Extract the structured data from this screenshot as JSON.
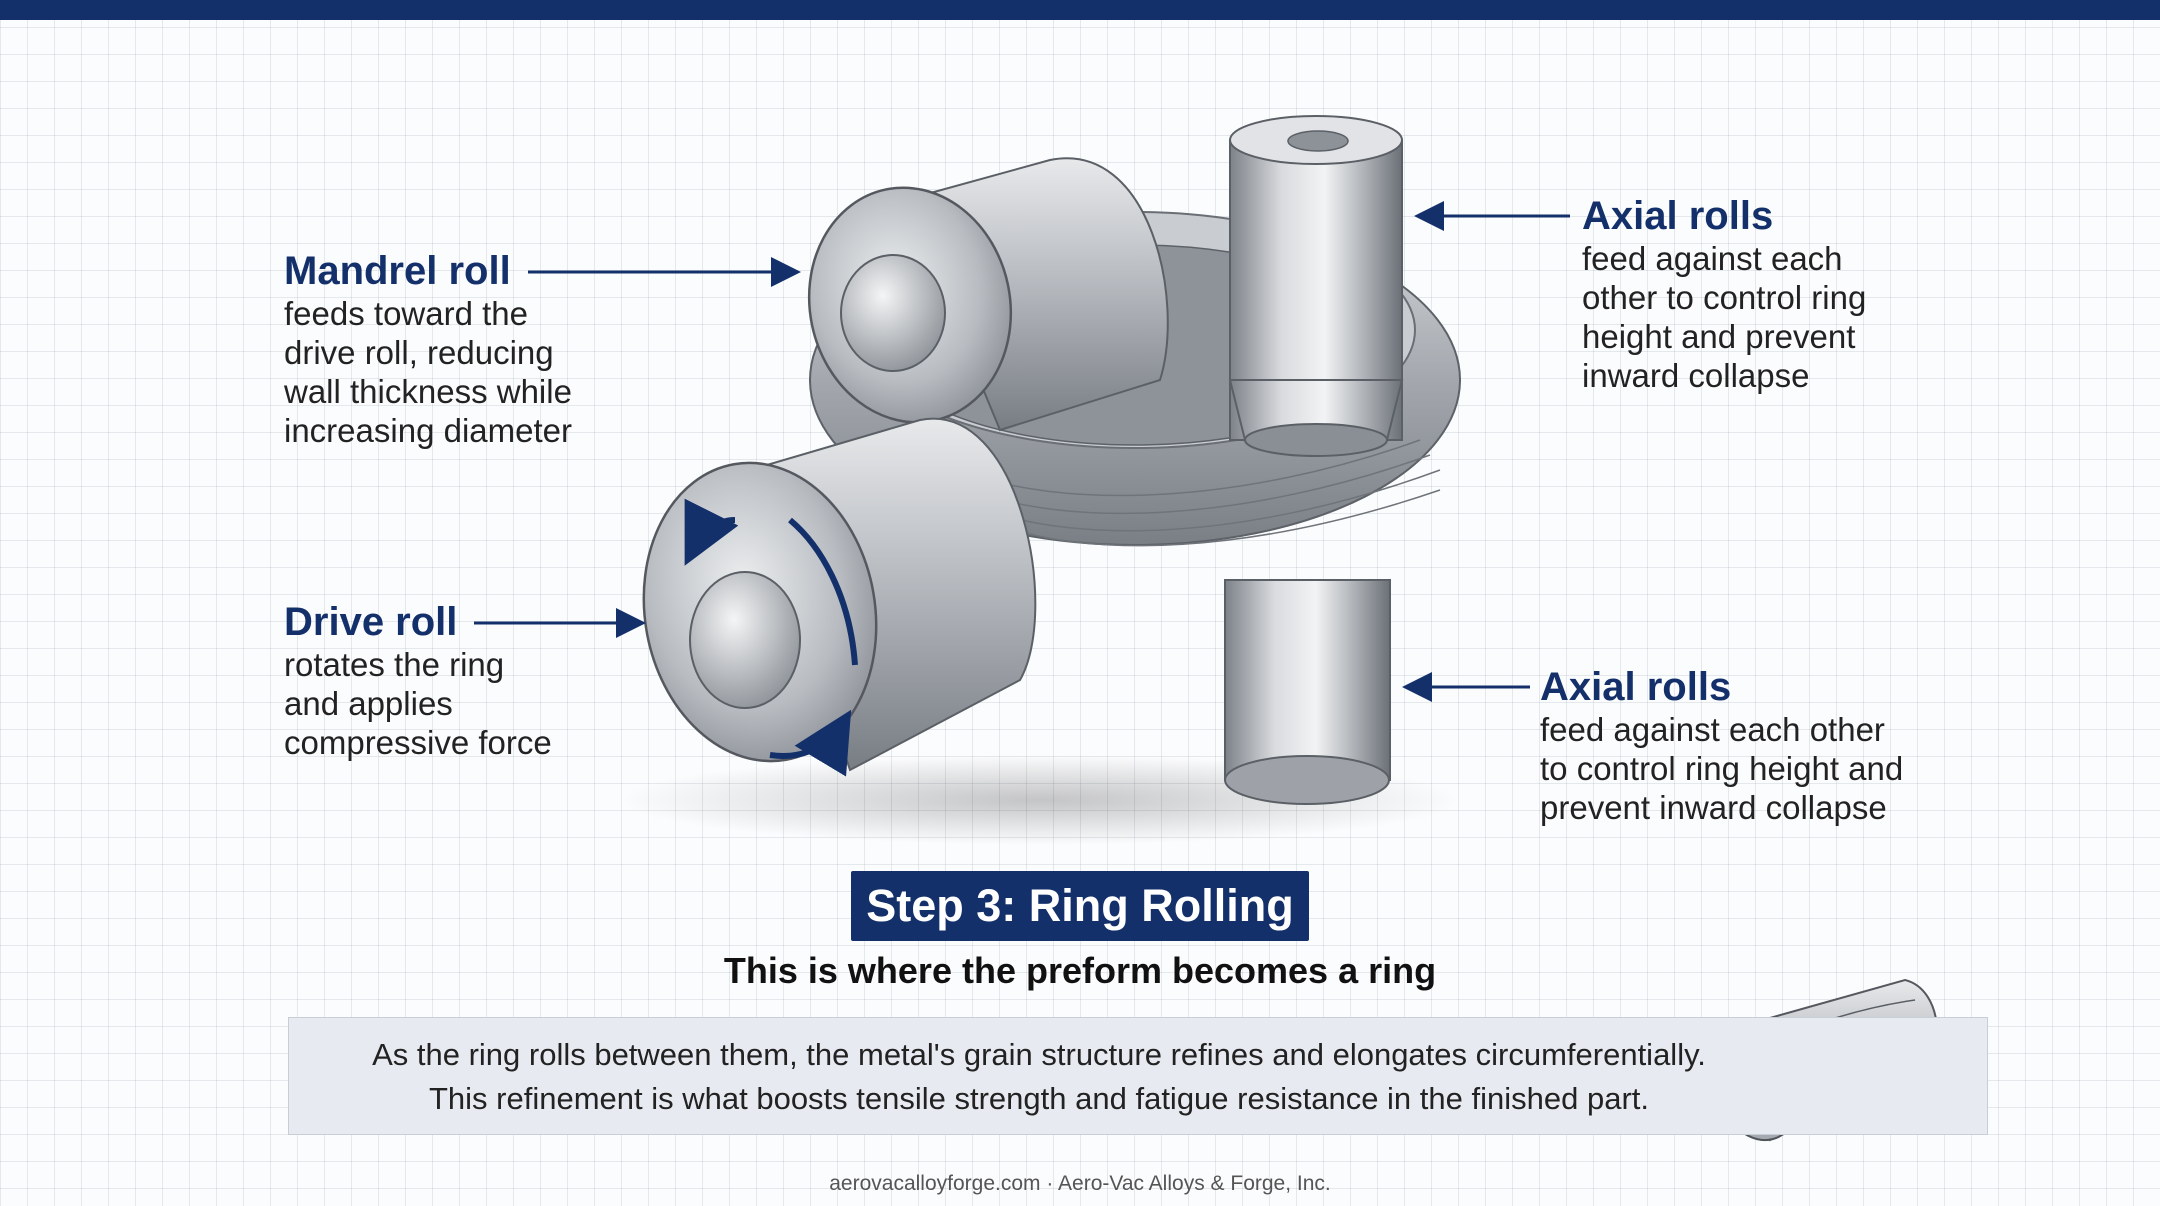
{
  "header_bar": {
    "color": "#14306b"
  },
  "callouts": {
    "mandrel": {
      "title": "Mandrel roll",
      "lines": [
        "feeds toward the",
        "drive roll, reducing",
        "wall thickness while",
        "increasing diameter"
      ]
    },
    "drive": {
      "title": "Drive roll",
      "lines": [
        "rotates the ring",
        "and applies",
        "compressive force"
      ]
    },
    "axial_top": {
      "title": "Axial rolls",
      "lines": [
        "feed against each",
        "other to control ring",
        "height and prevent",
        "inward collapse"
      ]
    },
    "axial_bottom": {
      "title": "Axial rolls",
      "lines": [
        "feed against each other",
        "to control ring height and",
        "prevent inward collapse"
      ]
    }
  },
  "step": {
    "badge": "Step 3: Ring Rolling",
    "subtitle": "This is where the preform becomes a ring"
  },
  "note": {
    "line1": "As the ring rolls between them, the metal's grain structure refines and elongates circumferentially.",
    "line2": "This refinement is what boosts tensile strength and fatigue resistance in the finished part."
  },
  "footer": {
    "text": "aerovacalloyforge.com · Aero-Vac Alloys & Forge, Inc."
  },
  "colors": {
    "accent": "#14306b",
    "steel_light": "#e4e6e9",
    "steel_dark": "#6f747b"
  }
}
